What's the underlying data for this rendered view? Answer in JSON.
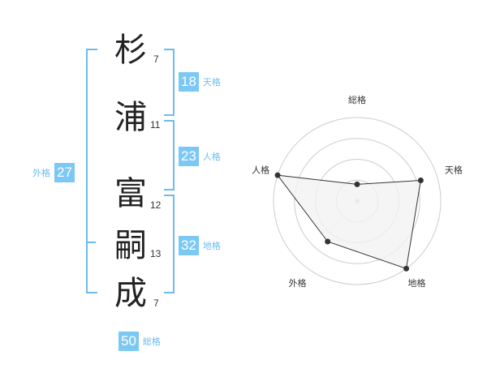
{
  "name_chars": [
    {
      "char": "杉",
      "strokes": "7"
    },
    {
      "char": "浦",
      "strokes": "11"
    },
    {
      "char": "富",
      "strokes": "12"
    },
    {
      "char": "嗣",
      "strokes": "13"
    },
    {
      "char": "成",
      "strokes": "7"
    }
  ],
  "scores": {
    "tenkaku": {
      "value": "18",
      "label": "天格"
    },
    "jinkaku": {
      "value": "23",
      "label": "人格"
    },
    "chikaku": {
      "value": "32",
      "label": "地格"
    },
    "gaikaku": {
      "value": "27",
      "label": "外格"
    },
    "soukaku": {
      "value": "50",
      "label": "総格"
    }
  },
  "chart_data": {
    "type": "radar",
    "axes": [
      "総格",
      "天格",
      "地格",
      "外格",
      "人格"
    ],
    "values": [
      1,
      4,
      5,
      3,
      5
    ],
    "rmax": 5,
    "rings": 4,
    "colors": {
      "fill": "#f2f2f2",
      "line": "#333333",
      "grid": "#cccccc",
      "point": "#333333"
    }
  }
}
